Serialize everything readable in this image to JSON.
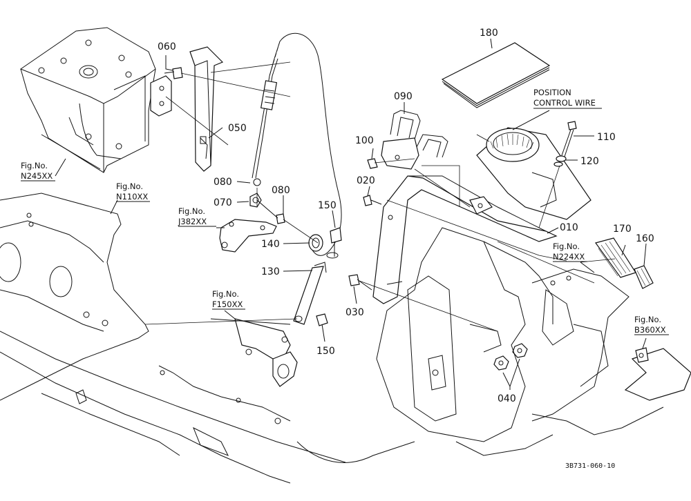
{
  "diagram": {
    "parts": [
      "010",
      "020",
      "030",
      "040",
      "050",
      "060",
      "070",
      "080",
      "080",
      "090",
      "100",
      "110",
      "120",
      "130",
      "140",
      "150",
      "150",
      "160",
      "170",
      "180"
    ],
    "part_labels": {
      "p010": "010",
      "p020": "020",
      "p030": "030",
      "p040": "040",
      "p050": "050",
      "p060": "060",
      "p070": "070",
      "p080a": "080",
      "p080b": "080",
      "p090": "090",
      "p100": "100",
      "p110": "110",
      "p120": "120",
      "p130": "130",
      "p140": "140",
      "p150a": "150",
      "p150b": "150",
      "p160": "160",
      "p170": "170",
      "p180": "180"
    },
    "figure_refs": {
      "n245": {
        "line1": "Fig.No.",
        "line2": "N245XX"
      },
      "n110": {
        "line1": "Fig.No.",
        "line2": "N110XX"
      },
      "j382": {
        "line1": "Fig.No.",
        "line2": "J382XX"
      },
      "f150": {
        "line1": "Fig.No.",
        "line2": "F150XX"
      },
      "n224": {
        "line1": "Fig.No.",
        "line2": "N224XX"
      },
      "b360": {
        "line1": "Fig.No.",
        "line2": "B360XX"
      }
    },
    "position_wire": {
      "line1": "POSITION",
      "line2": "CONTROL WIRE"
    },
    "drawing_code": "3B731-060-10"
  }
}
